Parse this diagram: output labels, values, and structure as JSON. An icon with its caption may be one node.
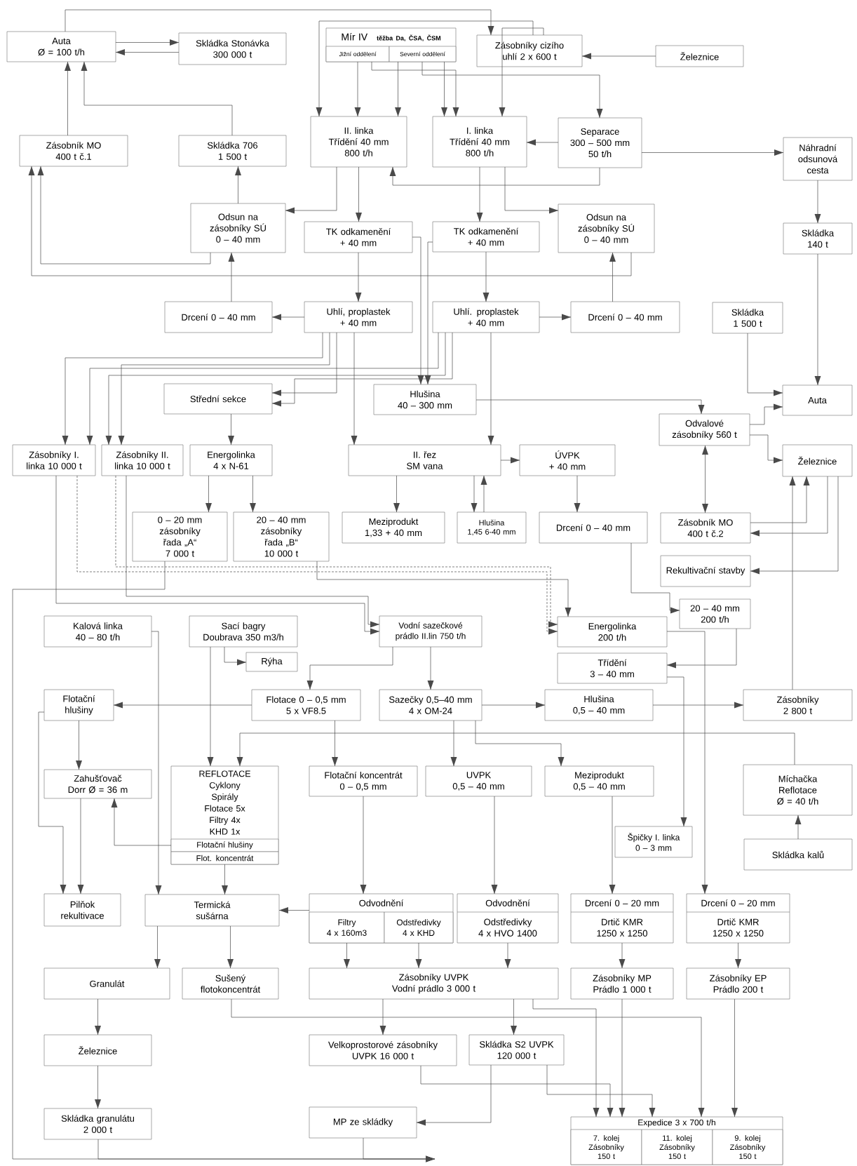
{
  "diagram": {
    "nodes": [
      {
        "text": [
          "Auta",
          "Ø = 100 t/h"
        ]
      },
      {
        "text": [
          "Skládka Stonávka",
          "300 000 t"
        ]
      },
      {
        "text": [
          "Mír IV",
          "těžba Da, ČSA, ČSM"
        ]
      },
      {
        "text": [
          "Jižní oddělení"
        ],
        "in": 2
      },
      {
        "text": [
          "Severní oddělení"
        ],
        "in": 2
      },
      {
        "text": [
          "Zásobníky cizího uhlí 2 x 600 t"
        ]
      },
      {
        "text": [
          "Železnice"
        ]
      },
      {
        "text": [
          "Zásobník MO",
          "400 t   č.1"
        ]
      },
      {
        "text": [
          "Skládka 706",
          "1 500 t"
        ]
      },
      {
        "text": [
          "II. linka",
          "Třídění 40 mm",
          "800 t/h"
        ]
      },
      {
        "text": [
          "I. linka",
          "Třídění 40 mm",
          "800 t/h"
        ]
      },
      {
        "text": [
          "Separace",
          "300 – 500 mm",
          "50 t/h"
        ]
      },
      {
        "text": [
          "Náhradní odsunová cesta"
        ]
      },
      {
        "text": [
          "Odsun na zásobníky SÚ",
          "0 – 40 mm"
        ]
      },
      {
        "text": [
          "TK odkamenění",
          "+ 40 mm"
        ]
      },
      {
        "text": [
          "TK odkamenění",
          "+ 40 mm"
        ]
      },
      {
        "text": [
          "Odsun na zásobníky SÚ",
          "0 – 40 mm"
        ]
      },
      {
        "text": [
          "Skládka",
          "140 t"
        ]
      },
      {
        "text": [
          "Drcení 0 – 40 mm"
        ]
      },
      {
        "text": [
          "Uhlí, proplastek",
          "+ 40 mm"
        ]
      },
      {
        "text": [
          "Uhlí. proplastek",
          "+ 40 mm"
        ]
      },
      {
        "text": [
          "Drcení 0 – 40 mm"
        ]
      },
      {
        "text": [
          "Skládka",
          "1 500 t"
        ]
      },
      {
        "text": [
          "Střední sekce"
        ]
      },
      {
        "text": [
          "Hlušina",
          "40 – 300 mm"
        ]
      },
      {
        "text": [
          "Auta"
        ]
      },
      {
        "text": [
          "Odvalové zásobníky 560 t"
        ]
      },
      {
        "text": [
          "Zásobníky I. linka 10 000 t"
        ]
      },
      {
        "text": [
          "Zásobníky II. linka 10 000 t"
        ]
      },
      {
        "text": [
          "Energolinka",
          "4 x N-61"
        ]
      },
      {
        "text": [
          "II. řez",
          "SM vana"
        ]
      },
      {
        "text": [
          "ÚVPK",
          "+ 40 mm"
        ]
      },
      {
        "text": [
          "Železnice"
        ]
      },
      {
        "text": [
          "0 – 20 mm",
          "zásobníky",
          "řada „A“",
          "7 000 t"
        ]
      },
      {
        "text": [
          "20 – 40 mm",
          "zásobníky",
          "řada „B“",
          "10 000 t"
        ]
      },
      {
        "text": [
          "Meziprodukt",
          "1,33    + 40 mm"
        ]
      },
      {
        "text": [
          "Hlušina",
          "1,45  6-40 mm"
        ]
      },
      {
        "text": [
          "Drcení 0 – 40 mm"
        ]
      },
      {
        "text": [
          "Zásobník MO",
          "400 t   č.2"
        ]
      },
      {
        "text": [
          "Rekultivační stavby"
        ]
      },
      {
        "text": [
          "Kalová linka",
          "40 – 80 t/h"
        ]
      },
      {
        "text": [
          "Sací bagry",
          "Doubrava 350 m3/h"
        ]
      },
      {
        "text": [
          "Vodní sazečkové prádlo II.lin 750 t/h"
        ]
      },
      {
        "text": [
          "20 – 40 mm",
          "200 t/h"
        ]
      },
      {
        "text": [
          "Energolinka",
          "200 t/h"
        ]
      },
      {
        "text": [
          "Rýha"
        ]
      },
      {
        "text": [
          "Třídění",
          "3 – 40 mm"
        ]
      },
      {
        "text": [
          "Flotační hlušiny"
        ]
      },
      {
        "text": [
          "Flotace 0 – 0,5 mm",
          "5 x VF8.5"
        ]
      },
      {
        "text": [
          "Sazečky 0,5–40 mm",
          "4 x OM-24"
        ]
      },
      {
        "text": [
          "Hlušina",
          "0,5 – 40 mm"
        ]
      },
      {
        "text": [
          "Zásobníky",
          "2 800  t"
        ]
      },
      {
        "text": [
          "Zahušťovač",
          "Dorr  Ø = 36 m"
        ]
      },
      {
        "text": [
          "REFLOTACE",
          "Cyklony",
          "Spirály",
          "Flotace 5x",
          "Filtry 4x",
          "KHD 1x"
        ]
      },
      {
        "text": [
          "Flotační hlušiny"
        ],
        "in": 53
      },
      {
        "text": [
          "Flot. koncentrát"
        ],
        "in": 53
      },
      {
        "text": [
          "Flotační koncentrát",
          "0 – 0,5 mm"
        ]
      },
      {
        "text": [
          "UVPK",
          "0,5 – 40 mm"
        ]
      },
      {
        "text": [
          "Meziprodukt",
          "0,5 – 40 mm"
        ]
      },
      {
        "text": [
          "Míchačka",
          "Reflotace",
          "Ø = 40 t/h"
        ]
      },
      {
        "text": [
          "Špičky I. linka",
          "0 – 3 mm"
        ]
      },
      {
        "text": [
          "Skládka kalů"
        ]
      },
      {
        "text": [
          "Pilňok rekultivace"
        ]
      },
      {
        "text": [
          "Termická sušárna"
        ]
      },
      {
        "text": [
          "Odvodnění"
        ]
      },
      {
        "text": [
          "Filtry",
          "4 x 160m3"
        ],
        "in": 64
      },
      {
        "text": [
          "Odstředivky",
          "4 x KHD"
        ],
        "in": 64
      },
      {
        "text": [
          "Odvodnění",
          "Odstředivky",
          "4 x HVO 1400"
        ]
      },
      {
        "text": [
          "Drcení 0 – 20 mm",
          "Drtič KMR",
          "1250 x 1250"
        ]
      },
      {
        "text": [
          "Drcení 0 – 20 mm",
          "Drtič KMR",
          "1250 x 1250"
        ]
      },
      {
        "text": [
          "Granulát"
        ]
      },
      {
        "text": [
          "Sušený flotokoncentrát"
        ]
      },
      {
        "text": [
          "Zásobníky UVPK",
          "Vodní prádlo 3 000 t"
        ]
      },
      {
        "text": [
          "Zásobníky MP",
          "Prádlo 1 000 t"
        ]
      },
      {
        "text": [
          "Zásobníky EP",
          "Prádlo 200 t"
        ]
      },
      {
        "text": [
          "Železnice"
        ]
      },
      {
        "text": [
          "Velkoprostorové zásobníky",
          "UVPK 16 000 t"
        ]
      },
      {
        "text": [
          "Skládka S2 UVPK",
          "120 000 t"
        ]
      },
      {
        "text": [
          "Skládka granulátu",
          "2 000 t"
        ]
      },
      {
        "text": [
          "MP ze skládky"
        ]
      },
      {
        "text": [
          "Expedice 3 x 700 t/h"
        ]
      },
      {
        "text": [
          "7. kolej",
          "Zásobníky",
          "150 t"
        ],
        "in": 80
      },
      {
        "text": [
          "11. kolej",
          "Zásobníky",
          "150 t"
        ],
        "in": 80
      },
      {
        "text": [
          "9. kolej",
          "Zásobníky",
          "150 t"
        ],
        "in": 80
      }
    ],
    "edges": [
      {
        "from": 0,
        "to": 1,
        "arrow": "to"
      },
      {
        "from": 1,
        "to": 0,
        "arrow": "to"
      },
      {
        "from": 0,
        "to": 5,
        "arrow": "to"
      },
      {
        "from": 6,
        "to": 5,
        "arrow": "to"
      },
      {
        "from": 5,
        "to": 9,
        "arrow": "to"
      },
      {
        "from": 5,
        "to": 10,
        "arrow": "to"
      },
      {
        "from": 3,
        "to": 9,
        "arrow": "to"
      },
      {
        "from": 3,
        "to": 10,
        "arrow": "to"
      },
      {
        "from": 4,
        "to": 9,
        "arrow": "to"
      },
      {
        "from": 4,
        "to": 10,
        "arrow": "to"
      },
      {
        "from": 4,
        "to": 11,
        "arrow": "to"
      },
      {
        "from": 11,
        "to": 12,
        "arrow": "to"
      },
      {
        "from": 11,
        "to": 10,
        "arrow": "to"
      },
      {
        "from": 11,
        "to": 9,
        "arrow": "to"
      },
      {
        "from": 9,
        "to": 13,
        "arrow": "to"
      },
      {
        "from": 9,
        "to": 14,
        "arrow": "to"
      },
      {
        "from": 10,
        "to": 15,
        "arrow": "to"
      },
      {
        "from": 10,
        "to": 16,
        "arrow": "to"
      },
      {
        "from": 14,
        "to": 19,
        "arrow": "to"
      },
      {
        "from": 15,
        "to": 20,
        "arrow": "to"
      },
      {
        "from": 19,
        "to": 18,
        "arrow": "to"
      },
      {
        "from": 20,
        "to": 21,
        "arrow": "to"
      },
      {
        "from": 18,
        "to": 13,
        "arrow": "to"
      },
      {
        "from": 21,
        "to": 16,
        "arrow": "to"
      },
      {
        "from": 13,
        "to": 7,
        "arrow": "to"
      },
      {
        "from": 13,
        "to": 8,
        "arrow": "to"
      },
      {
        "from": 16,
        "to": 7,
        "arrow": "to"
      },
      {
        "from": 7,
        "to": 0,
        "arrow": "to"
      },
      {
        "from": 8,
        "to": 0,
        "arrow": "to"
      },
      {
        "from": 12,
        "to": 17,
        "arrow": "to"
      },
      {
        "from": 17,
        "to": 25,
        "arrow": "to"
      },
      {
        "from": 22,
        "to": 25,
        "arrow": "to"
      },
      {
        "from": 14,
        "to": 24,
        "arrow": "to"
      },
      {
        "from": 15,
        "to": 24,
        "arrow": "to"
      },
      {
        "from": 24,
        "to": 26,
        "arrow": "to"
      },
      {
        "from": 26,
        "to": 25,
        "arrow": "to"
      },
      {
        "from": 26,
        "to": 32,
        "arrow": "to"
      },
      {
        "from": 26,
        "to": 38,
        "arrow": "both"
      },
      {
        "from": 38,
        "to": 32,
        "arrow": "to"
      },
      {
        "from": 32,
        "to": 38,
        "arrow": "to"
      },
      {
        "from": 32,
        "to": 39,
        "arrow": "to"
      },
      {
        "from": 51,
        "to": 32,
        "arrow": "to"
      },
      {
        "from": 19,
        "to": 27,
        "arrow": "to"
      },
      {
        "from": 19,
        "to": 28,
        "arrow": "to"
      },
      {
        "from": 20,
        "to": 27,
        "arrow": "to"
      },
      {
        "from": 20,
        "to": 28,
        "arrow": "to"
      },
      {
        "from": 19,
        "to": 23,
        "arrow": "to"
      },
      {
        "from": 20,
        "to": 23,
        "arrow": "to"
      },
      {
        "from": 23,
        "to": 29,
        "arrow": "to"
      },
      {
        "from": 29,
        "to": 33,
        "arrow": "to"
      },
      {
        "from": 29,
        "to": 34,
        "arrow": "to"
      },
      {
        "from": 27,
        "to": 42,
        "arrow": "to"
      },
      {
        "from": 28,
        "to": 42,
        "arrow": "to"
      },
      {
        "from": 27,
        "to": 44,
        "arrow": "to",
        "style": "dashed"
      },
      {
        "from": 28,
        "to": 44,
        "arrow": "to",
        "style": "dashed"
      },
      {
        "from": 34,
        "to": 44,
        "arrow": "to"
      },
      {
        "from": 19,
        "to": 30,
        "arrow": "to"
      },
      {
        "from": 20,
        "to": 30,
        "arrow": "to"
      },
      {
        "from": 30,
        "to": 31,
        "arrow": "to"
      },
      {
        "from": 30,
        "to": 35,
        "arrow": "to"
      },
      {
        "from": 30,
        "to": 36,
        "arrow": "to"
      },
      {
        "from": 36,
        "to": 30,
        "arrow": "to"
      },
      {
        "from": 31,
        "to": 37,
        "arrow": "to"
      },
      {
        "from": 37,
        "to": 43,
        "arrow": "to"
      },
      {
        "from": 43,
        "to": 46,
        "arrow": "to"
      },
      {
        "from": 44,
        "to": 69,
        "arrow": "to"
      },
      {
        "from": 46,
        "to": 60,
        "arrow": "to"
      },
      {
        "from": 42,
        "to": 49,
        "arrow": "to"
      },
      {
        "from": 42,
        "to": 48,
        "arrow": "to"
      },
      {
        "from": 49,
        "to": 50,
        "arrow": "to"
      },
      {
        "from": 50,
        "to": 51,
        "arrow": "to"
      },
      {
        "from": 49,
        "to": 57,
        "arrow": "to"
      },
      {
        "from": 49,
        "to": 58,
        "arrow": "to"
      },
      {
        "from": 48,
        "to": 47,
        "arrow": "to"
      },
      {
        "from": 48,
        "to": 56,
        "arrow": "to"
      },
      {
        "from": 59,
        "to": 53,
        "arrow": "to"
      },
      {
        "from": 61,
        "to": 59,
        "arrow": "to"
      },
      {
        "from": 41,
        "to": 45,
        "arrow": "to"
      },
      {
        "from": 41,
        "to": 53,
        "arrow": "to"
      },
      {
        "from": 40,
        "to": 63,
        "arrow": "to"
      },
      {
        "from": 47,
        "to": 52,
        "arrow": "to"
      },
      {
        "from": 52,
        "to": 62,
        "arrow": "to"
      },
      {
        "from": 47,
        "to": 62,
        "arrow": "to"
      },
      {
        "from": 54,
        "to": 52,
        "arrow": "to"
      },
      {
        "from": 55,
        "to": 63,
        "arrow": "to"
      },
      {
        "from": 56,
        "to": 64,
        "arrow": "to"
      },
      {
        "from": 64,
        "to": 63,
        "arrow": "to"
      },
      {
        "from": 63,
        "to": 70,
        "arrow": "to"
      },
      {
        "from": 63,
        "to": 71,
        "arrow": "to"
      },
      {
        "from": 65,
        "to": 72,
        "arrow": "to"
      },
      {
        "from": 66,
        "to": 72,
        "arrow": "to"
      },
      {
        "from": 57,
        "to": 67,
        "arrow": "to"
      },
      {
        "from": 67,
        "to": 72,
        "arrow": "to"
      },
      {
        "from": 58,
        "to": 68,
        "arrow": "to"
      },
      {
        "from": 68,
        "to": 73,
        "arrow": "to"
      },
      {
        "from": 69,
        "to": 74,
        "arrow": "to"
      },
      {
        "from": 70,
        "to": 75,
        "arrow": "to"
      },
      {
        "from": 75,
        "to": 78,
        "arrow": "to"
      },
      {
        "from": 72,
        "to": 76,
        "arrow": "to"
      },
      {
        "from": 72,
        "to": 77,
        "arrow": "to"
      },
      {
        "from": 72,
        "to": 80,
        "arrow": "to"
      },
      {
        "from": 73,
        "to": 80,
        "arrow": "to"
      },
      {
        "from": 74,
        "to": 80,
        "arrow": "to"
      },
      {
        "from": 76,
        "to": 80,
        "arrow": "to"
      },
      {
        "from": 77,
        "to": 80,
        "arrow": "to"
      },
      {
        "from": 71,
        "to": 80,
        "arrow": "to"
      },
      {
        "from": 77,
        "to": 79,
        "arrow": "to"
      },
      {
        "from": 33,
        "to": null,
        "arrow": "to"
      },
      {
        "from": 78,
        "to": null,
        "arrow": "to"
      },
      {
        "from": 79,
        "to": null,
        "arrow": "to"
      }
    ]
  }
}
